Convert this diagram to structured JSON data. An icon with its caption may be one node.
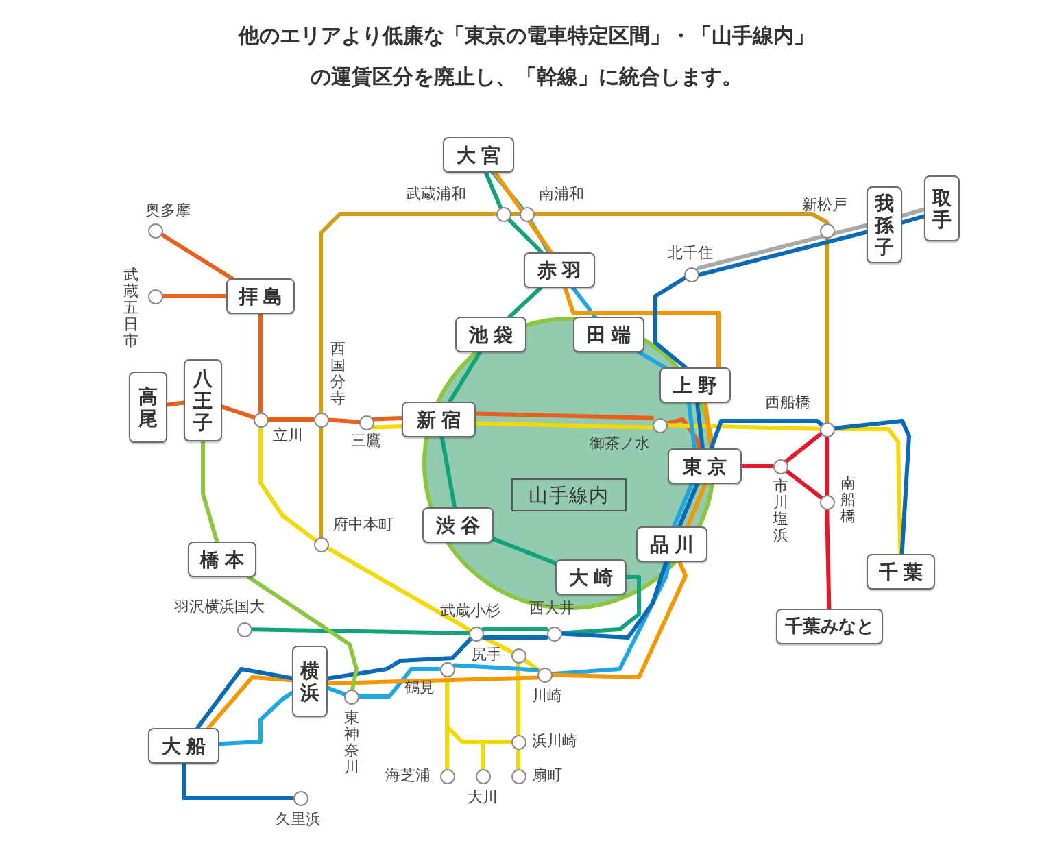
{
  "diagram": {
    "title": "他のエリアより低廉な「東京の電車特定区間」・「山手線内」の運賃区分を廃止し、「幹線」に統合します。",
    "nodes": [
      {
        "text": [
          "大宮"
        ]
      },
      {
        "text": [
          "武蔵浦和"
        ]
      },
      {
        "text": [
          "南浦和"
        ]
      },
      {
        "text": [
          "新松戸"
        ]
      },
      {
        "text": [
          "我孫子"
        ]
      },
      {
        "text": [
          "取手"
        ]
      },
      {
        "text": [
          "奥多摩"
        ]
      },
      {
        "text": [
          "赤羽"
        ]
      },
      {
        "text": [
          "北千住"
        ]
      },
      {
        "text": [
          "拝島"
        ]
      },
      {
        "text": [
          "武蔵五日市"
        ]
      },
      {
        "text": [
          "池袋"
        ]
      },
      {
        "text": [
          "田端"
        ]
      },
      {
        "text": [
          "西国分寺"
        ]
      },
      {
        "text": [
          "上野"
        ]
      },
      {
        "text": [
          "高尾"
        ]
      },
      {
        "text": [
          "八王子"
        ]
      },
      {
        "text": [
          "立川"
        ]
      },
      {
        "text": [
          "三鷹"
        ]
      },
      {
        "text": [
          "新宿"
        ]
      },
      {
        "text": [
          "御茶ノ水"
        ]
      },
      {
        "text": [
          "西船橋"
        ]
      },
      {
        "text": [
          "山手線内"
        ]
      },
      {
        "text": [
          "東京"
        ]
      },
      {
        "text": [
          "市川塩浜"
        ]
      },
      {
        "text": [
          "南船橋"
        ]
      },
      {
        "text": [
          "渋谷"
        ]
      },
      {
        "text": [
          "府中本町"
        ]
      },
      {
        "text": [
          "品川"
        ]
      },
      {
        "text": [
          "橋本"
        ]
      },
      {
        "text": [
          "千葉"
        ]
      },
      {
        "text": [
          "大崎"
        ]
      },
      {
        "text": [
          "羽沢横浜国大"
        ]
      },
      {
        "text": [
          "武蔵小杉"
        ]
      },
      {
        "text": [
          "西大井"
        ]
      },
      {
        "text": [
          "千葉みなと"
        ]
      },
      {
        "text": [
          "尻手"
        ]
      },
      {
        "text": [
          "鶴見"
        ]
      },
      {
        "text": [
          "川崎"
        ]
      },
      {
        "text": [
          "横浜"
        ]
      },
      {
        "text": [
          "東神奈川"
        ]
      },
      {
        "text": [
          "浜川崎"
        ]
      },
      {
        "text": [
          "大船"
        ]
      },
      {
        "text": [
          "海芝浦"
        ]
      },
      {
        "text": [
          "大川"
        ]
      },
      {
        "text": [
          "扇町"
        ]
      },
      {
        "text": [
          "久里浜"
        ]
      }
    ],
    "edges": [
      {
        "from": 6,
        "to": 9,
        "arrow": "none",
        "color": "#e8601c"
      },
      {
        "from": 10,
        "to": 9,
        "arrow": "none",
        "color": "#e8601c"
      },
      {
        "from": 15,
        "to": 16,
        "arrow": "none",
        "color": "#e8601c"
      },
      {
        "from": 16,
        "to": 17,
        "arrow": "none",
        "color": "#e8601c"
      },
      {
        "from": 9,
        "to": 17,
        "arrow": "none",
        "color": "#e8601c"
      },
      {
        "from": 17,
        "to": 13,
        "arrow": "none",
        "color": "#e8601c"
      },
      {
        "from": 13,
        "to": 18,
        "arrow": "none",
        "color": "#e8601c"
      },
      {
        "from": 18,
        "to": 19,
        "arrow": "none",
        "color": "#e8601c"
      },
      {
        "from": 19,
        "to": 20,
        "arrow": "none",
        "color": "#e8601c"
      },
      {
        "from": 20,
        "to": 23,
        "arrow": "none",
        "color": "#e8601c"
      },
      {
        "from": 18,
        "to": 19,
        "arrow": "none",
        "color": "#f5d800"
      },
      {
        "from": 19,
        "to": 20,
        "arrow": "none",
        "color": "#f5d800"
      },
      {
        "from": 20,
        "to": 21,
        "arrow": "none",
        "color": "#f5d800"
      },
      {
        "from": 21,
        "to": 30,
        "arrow": "none",
        "color": "#f5d800"
      },
      {
        "from": 17,
        "to": 27,
        "arrow": "none",
        "color": "#f5d800"
      },
      {
        "from": 27,
        "to": 33,
        "arrow": "none",
        "color": "#f5d800"
      },
      {
        "from": 33,
        "to": 36,
        "arrow": "none",
        "color": "#f5d800"
      },
      {
        "from": 36,
        "to": 38,
        "arrow": "none",
        "color": "#f5d800"
      },
      {
        "from": 36,
        "to": 41,
        "arrow": "none",
        "color": "#f5d800"
      },
      {
        "from": 37,
        "to": 43,
        "arrow": "none",
        "color": "#f5d800"
      },
      {
        "from": 37,
        "to": 44,
        "arrow": "none",
        "color": "#f5d800"
      },
      {
        "from": 41,
        "to": 44,
        "arrow": "none",
        "color": "#f5d800"
      },
      {
        "from": 41,
        "to": 45,
        "arrow": "none",
        "color": "#f5d800"
      },
      {
        "from": 27,
        "to": 13,
        "arrow": "none",
        "color": "#d49a1c"
      },
      {
        "from": 13,
        "to": 1,
        "arrow": "none",
        "color": "#d49a1c"
      },
      {
        "from": 1,
        "to": 2,
        "arrow": "none",
        "color": "#d49a1c"
      },
      {
        "from": 2,
        "to": 3,
        "arrow": "none",
        "color": "#d49a1c"
      },
      {
        "from": 3,
        "to": 21,
        "arrow": "none",
        "color": "#d49a1c"
      },
      {
        "from": 0,
        "to": 2,
        "arrow": "none",
        "color": "#1ea7e1"
      },
      {
        "from": 2,
        "to": 7,
        "arrow": "none",
        "color": "#1ea7e1"
      },
      {
        "from": 7,
        "to": 12,
        "arrow": "none",
        "color": "#1ea7e1"
      },
      {
        "from": 12,
        "to": 14,
        "arrow": "none",
        "color": "#1ea7e1"
      },
      {
        "from": 14,
        "to": 23,
        "arrow": "none",
        "color": "#1ea7e1"
      },
      {
        "from": 23,
        "to": 28,
        "arrow": "none",
        "color": "#1ea7e1"
      },
      {
        "from": 28,
        "to": 38,
        "arrow": "none",
        "color": "#1ea7e1"
      },
      {
        "from": 38,
        "to": 37,
        "arrow": "none",
        "color": "#1ea7e1"
      },
      {
        "from": 37,
        "to": 40,
        "arrow": "none",
        "color": "#1ea7e1"
      },
      {
        "from": 40,
        "to": 39,
        "arrow": "none",
        "color": "#1ea7e1"
      },
      {
        "from": 39,
        "to": 42,
        "arrow": "none",
        "color": "#1ea7e1"
      },
      {
        "from": 0,
        "to": 1,
        "arrow": "none",
        "color": "#13a37c"
      },
      {
        "from": 1,
        "to": 7,
        "arrow": "none",
        "color": "#13a37c"
      },
      {
        "from": 7,
        "to": 11,
        "arrow": "none",
        "color": "#13a37c"
      },
      {
        "from": 11,
        "to": 19,
        "arrow": "none",
        "color": "#13a37c"
      },
      {
        "from": 19,
        "to": 26,
        "arrow": "none",
        "color": "#13a37c"
      },
      {
        "from": 26,
        "to": 31,
        "arrow": "none",
        "color": "#13a37c"
      },
      {
        "from": 31,
        "to": 34,
        "arrow": "none",
        "color": "#13a37c"
      },
      {
        "from": 34,
        "to": 33,
        "arrow": "none",
        "color": "#13a37c"
      },
      {
        "from": 33,
        "to": 32,
        "arrow": "none",
        "color": "#13a37c"
      },
      {
        "from": 0,
        "to": 7,
        "arrow": "none",
        "color": "#f39800"
      },
      {
        "from": 7,
        "to": 14,
        "arrow": "none",
        "color": "#f39800"
      },
      {
        "from": 14,
        "to": 23,
        "arrow": "none",
        "color": "#f39800"
      },
      {
        "from": 23,
        "to": 28,
        "arrow": "none",
        "color": "#f39800"
      },
      {
        "from": 28,
        "to": 38,
        "arrow": "none",
        "color": "#f39800"
      },
      {
        "from": 38,
        "to": 39,
        "arrow": "none",
        "color": "#f39800"
      },
      {
        "from": 39,
        "to": 42,
        "arrow": "none",
        "color": "#f39800"
      },
      {
        "from": 5,
        "to": 4,
        "arrow": "none",
        "color": "#0a6ab6"
      },
      {
        "from": 8,
        "to": 4,
        "arrow": "none",
        "color": "#0a6ab6"
      },
      {
        "from": 8,
        "to": 14,
        "arrow": "none",
        "color": "#0a6ab6"
      },
      {
        "from": 14,
        "to": 23,
        "arrow": "none",
        "color": "#0a6ab6"
      },
      {
        "from": 23,
        "to": 28,
        "arrow": "none",
        "color": "#0a6ab6"
      },
      {
        "from": 28,
        "to": 34,
        "arrow": "none",
        "color": "#0a6ab6"
      },
      {
        "from": 34,
        "to": 33,
        "arrow": "none",
        "color": "#0a6ab6"
      },
      {
        "from": 33,
        "to": 39,
        "arrow": "none",
        "color": "#0a6ab6"
      },
      {
        "from": 39,
        "to": 42,
        "arrow": "none",
        "color": "#0a6ab6"
      },
      {
        "from": 42,
        "to": 46,
        "arrow": "none",
        "color": "#0a6ab6"
      },
      {
        "from": 23,
        "to": 21,
        "arrow": "none",
        "color": "#0a6ab6"
      },
      {
        "from": 21,
        "to": 30,
        "arrow": "none",
        "color": "#0a6ab6"
      },
      {
        "from": 5,
        "to": 4,
        "arrow": "none",
        "color": "#a8a8a8"
      },
      {
        "from": 8,
        "to": 4,
        "arrow": "none",
        "color": "#a8a8a8"
      },
      {
        "from": 23,
        "to": 24,
        "arrow": "none",
        "color": "#e2182d"
      },
      {
        "from": 24,
        "to": 21,
        "arrow": "none",
        "color": "#e2182d"
      },
      {
        "from": 24,
        "to": 25,
        "arrow": "none",
        "color": "#e2182d"
      },
      {
        "from": 21,
        "to": 25,
        "arrow": "none",
        "color": "#e2182d"
      },
      {
        "from": 25,
        "to": 35,
        "arrow": "none",
        "color": "#e2182d"
      },
      {
        "from": 16,
        "to": 29,
        "arrow": "none",
        "color": "#8cc63f"
      },
      {
        "from": 29,
        "to": 40,
        "arrow": "none",
        "color": "#8cc63f"
      }
    ]
  }
}
